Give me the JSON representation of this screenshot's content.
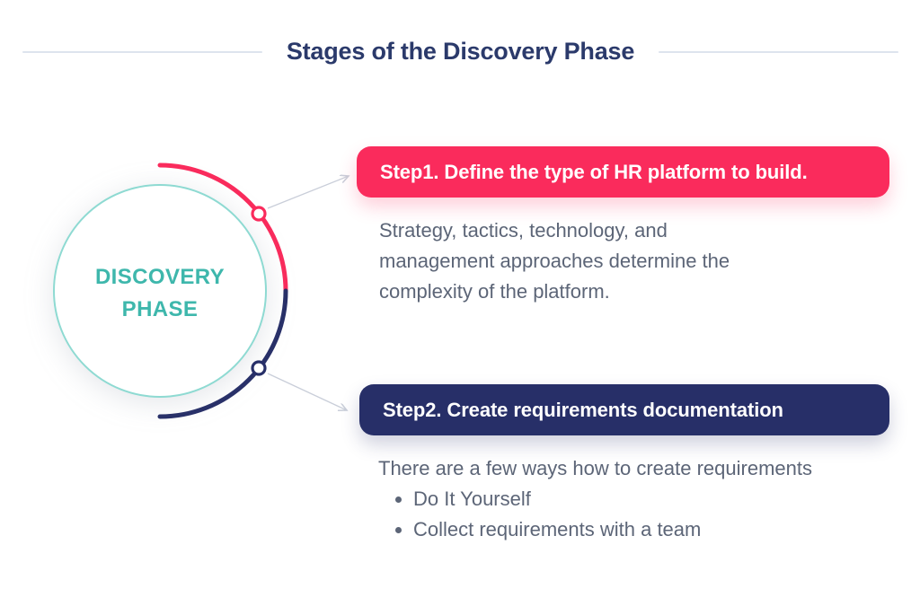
{
  "title": "Stages of the Discovery Phase",
  "circle": {
    "label_line1": "DISCOVERY",
    "label_line2": "PHASE"
  },
  "steps": [
    {
      "banner": "Step1. Define the type of HR platform to build.",
      "description": "Strategy, tactics, technology, and management approaches determine the complexity of the platform."
    },
    {
      "banner": "Step2. Create requirements documentation",
      "intro": "There are a few ways how to create requirements",
      "bullets": [
        "Do It Yourself",
        "Collect requirements with a team"
      ]
    }
  ],
  "colors": {
    "title_navy": "#2b3a6b",
    "step1_pink": "#fa2b5c",
    "step2_navy": "#272f68",
    "circle_border_teal": "#8edad2",
    "circle_text_teal": "#3eb7ac",
    "body_text_gray": "#5c6577",
    "connector_gray": "#c9ced9",
    "header_rule_gray": "#dde4ee"
  }
}
